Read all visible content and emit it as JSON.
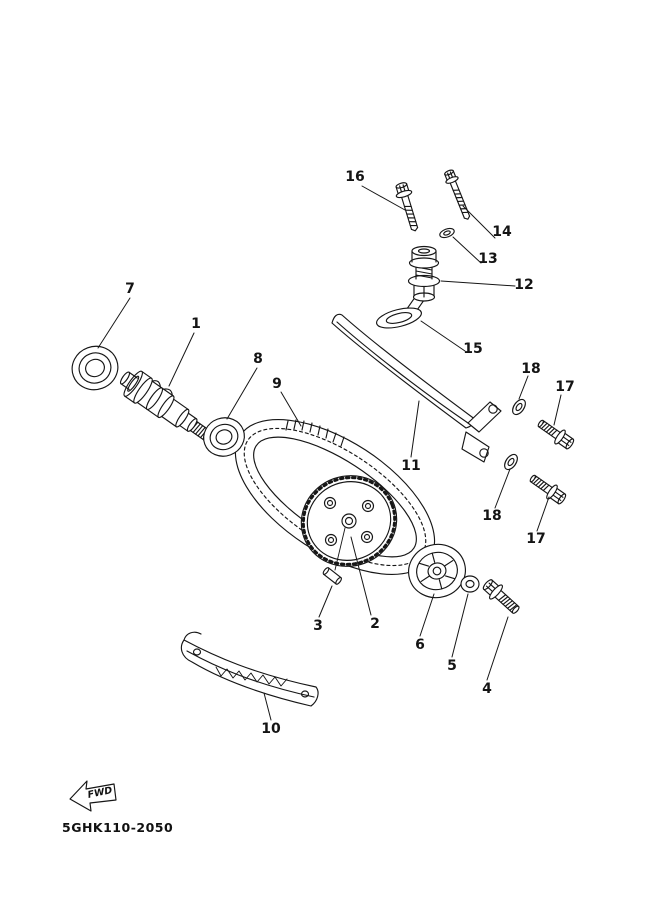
{
  "diagram": {
    "code": "5GHK110-2050",
    "fwd_label": "FWD",
    "callouts": {
      "c1": {
        "label": "1"
      },
      "c2": {
        "label": "2"
      },
      "c3": {
        "label": "3"
      },
      "c4": {
        "label": "4"
      },
      "c5": {
        "label": "5"
      },
      "c6": {
        "label": "6"
      },
      "c7": {
        "label": "7"
      },
      "c8": {
        "label": "8"
      },
      "c9": {
        "label": "9"
      },
      "c10": {
        "label": "10"
      },
      "c11": {
        "label": "11"
      },
      "c12": {
        "label": "12"
      },
      "c13": {
        "label": "13"
      },
      "c14": {
        "label": "14"
      },
      "c15": {
        "label": "15"
      },
      "c16": {
        "label": "16"
      },
      "c17a": {
        "label": "17"
      },
      "c17b": {
        "label": "17"
      },
      "c18a": {
        "label": "18"
      },
      "c18b": {
        "label": "18"
      }
    }
  }
}
